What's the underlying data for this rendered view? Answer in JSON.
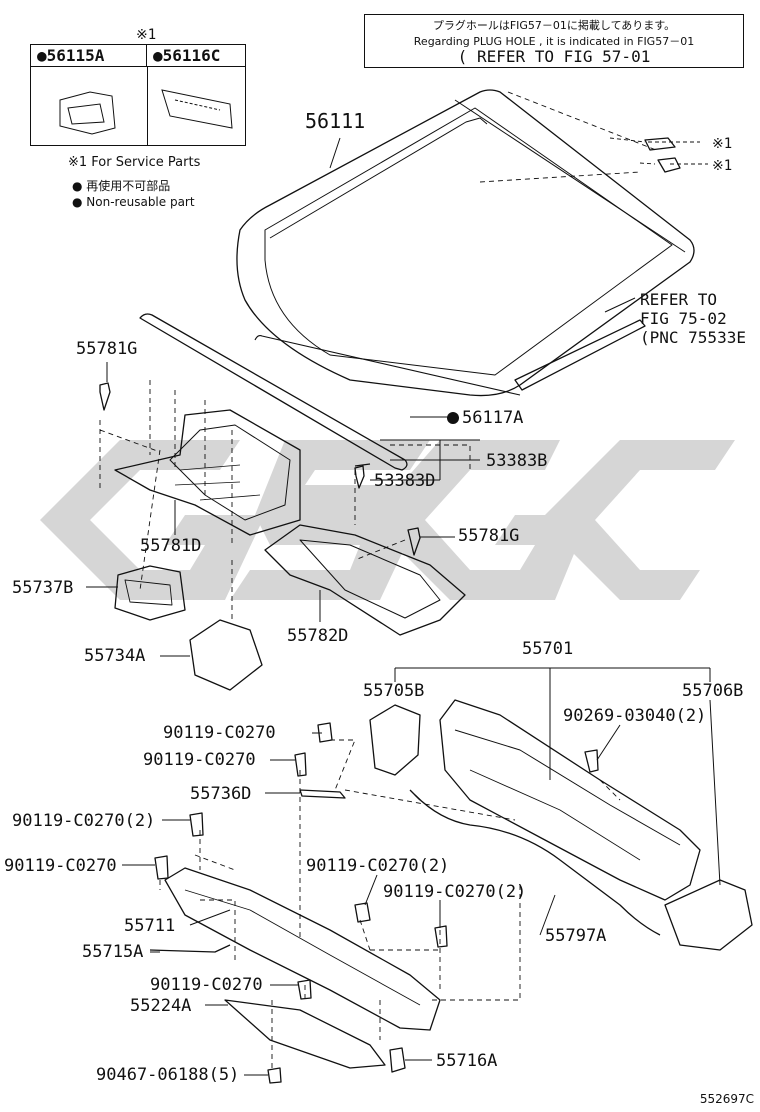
{
  "note": {
    "line1": "プラグホールはFIG57－01に掲載してあります。",
    "line2": "Regarding PLUG HOLE , it is indicated in FIG57－01",
    "line3": "( REFER TO FIG 57-01"
  },
  "legend": {
    "mark": "※1",
    "col1": "56115A",
    "col2": "56116C",
    "service": "※1 For Service Parts",
    "nonreuse_jp": "再使用不可部品",
    "nonreuse_en": "Non-reusable part"
  },
  "refer": {
    "line1": "REFER TO",
    "line2": "FIG 75-02",
    "line3": "(PNC 75533E"
  },
  "labels": {
    "p56111": "56111",
    "star1a": "※1",
    "star1b": "※1",
    "p55781G_a": "55781G",
    "p56117A": "56117A",
    "p53383B": "53383B",
    "p53383D": "53383D",
    "p55781D": "55781D",
    "p55781G_b": "55781G",
    "p55737B": "55737B",
    "p55782D": "55782D",
    "p55734A": "55734A",
    "p55701": "55701",
    "p55705B": "55705B",
    "p55706B": "55706B",
    "b1": "90119-C0270",
    "b2": "90119-C0270",
    "p90269": "90269-03040(2)",
    "p55736D": "55736D",
    "b3": "90119-C0270(2)",
    "b4": "90119-C0270",
    "b5": "90119-C0270(2)",
    "b6": "90119-C0270(2)",
    "p55711": "55711",
    "p55797A": "55797A",
    "p55715A": "55715A",
    "b7": "90119-C0270",
    "p55224A": "55224A",
    "p90467": "90467-06188(5)",
    "p55716A": "55716A"
  },
  "watermark": "GSGC",
  "drawing_code": "552697C"
}
